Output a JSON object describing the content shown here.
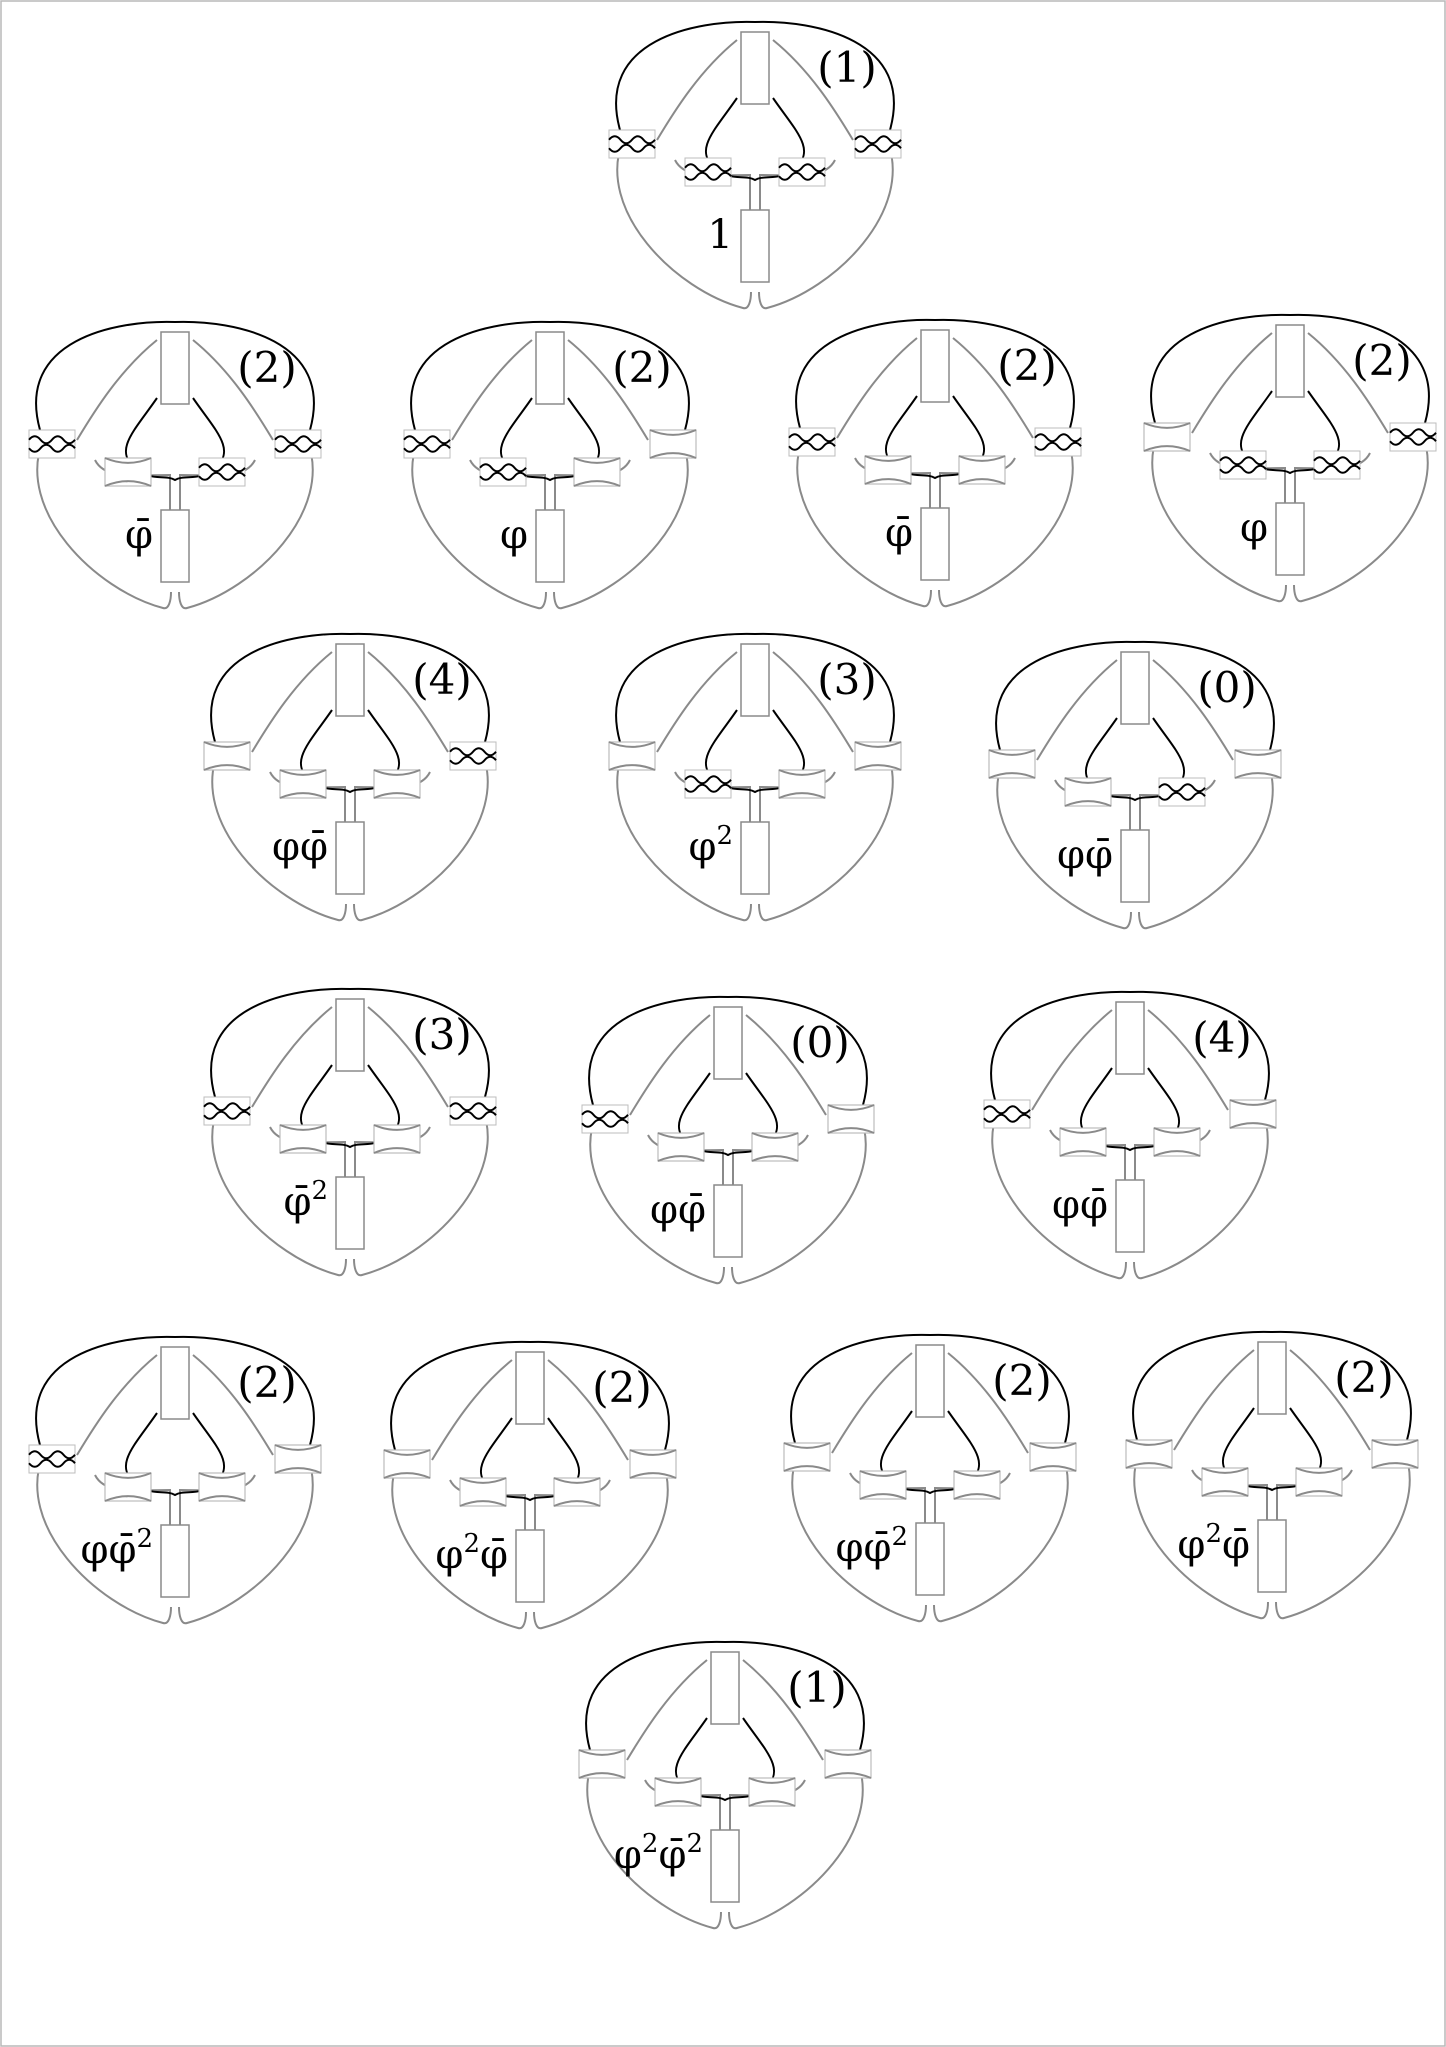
{
  "diagrams": [
    {
      "weight": "(1)",
      "label": "1",
      "row": 0,
      "waves": [
        1,
        1,
        1,
        1,
        1,
        1
      ]
    },
    {
      "weight": "(2)",
      "label": "φ̄",
      "row": 1,
      "waves": [
        1,
        0,
        1,
        1,
        1,
        1
      ]
    },
    {
      "weight": "(2)",
      "label": "φ",
      "row": 1,
      "waves": [
        1,
        1,
        1,
        0,
        0,
        1
      ]
    },
    {
      "weight": "(2)",
      "label": "φ̄",
      "row": 1,
      "waves": [
        1,
        1,
        0,
        0,
        1,
        1
      ]
    },
    {
      "weight": "(2)",
      "label": "φ",
      "row": 1,
      "waves": [
        0,
        1,
        1,
        1,
        1,
        1
      ]
    },
    {
      "weight": "(4)",
      "label": "φφ̄",
      "row": 2,
      "waves": [
        0,
        1,
        0,
        0,
        1,
        1
      ]
    },
    {
      "weight": "(3)",
      "label": "φ²",
      "row": 2,
      "waves": [
        0,
        1,
        1,
        0,
        0,
        1
      ]
    },
    {
      "weight": "(0)",
      "label": "φφ̄",
      "row": 2,
      "waves": [
        0,
        0,
        1,
        1,
        1,
        1
      ]
    },
    {
      "weight": "(3)",
      "label": "φ̄²",
      "row": 3,
      "waves": [
        1,
        0,
        0,
        0,
        1,
        1
      ]
    },
    {
      "weight": "(0)",
      "label": "φφ̄",
      "row": 3,
      "waves": [
        1,
        1,
        0,
        0,
        0,
        1
      ]
    },
    {
      "weight": "(4)",
      "label": "φφ̄",
      "row": 3,
      "waves": [
        1,
        0,
        1,
        1,
        0,
        1
      ]
    },
    {
      "weight": "(2)",
      "label": "φφ̄²",
      "row": 4,
      "waves": [
        1,
        0,
        0,
        0,
        0,
        1
      ]
    },
    {
      "weight": "(2)",
      "label": "φ²φ̄",
      "row": 4,
      "waves": [
        0,
        0,
        1,
        1,
        0,
        1
      ]
    },
    {
      "weight": "(2)",
      "label": "φφ̄²",
      "row": 4,
      "waves": [
        0,
        0,
        0,
        0,
        1,
        1
      ]
    },
    {
      "weight": "(2)",
      "label": "φ²φ̄",
      "row": 4,
      "waves": [
        0,
        1,
        0,
        0,
        0,
        1
      ]
    },
    {
      "weight": "(1)",
      "label": "φ²φ̄²",
      "row": 5,
      "waves": [
        0,
        0,
        0,
        0,
        0,
        1
      ]
    }
  ]
}
